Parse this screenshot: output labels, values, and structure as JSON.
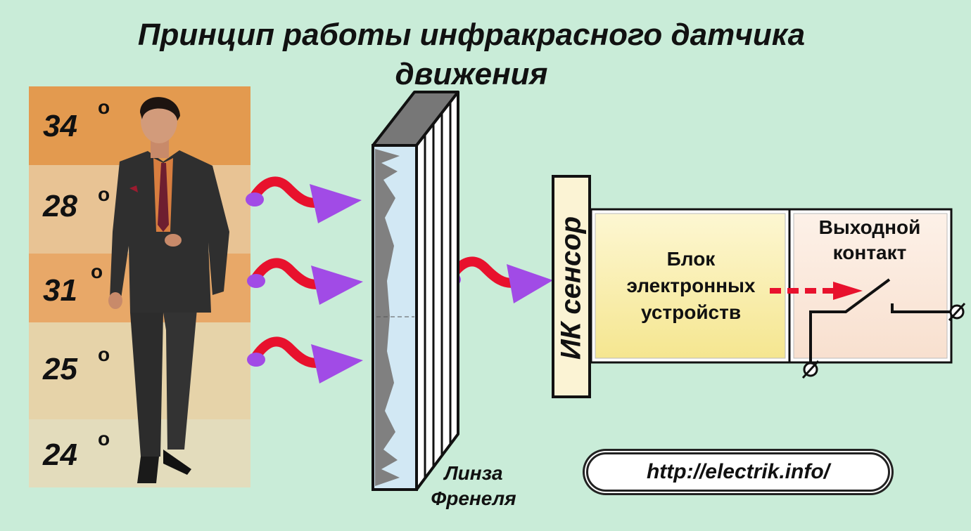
{
  "title": {
    "line1": "Принцип работы инфракрасного датчика",
    "line2": "движения"
  },
  "temperatures": [
    {
      "value": "34",
      "unit": "o",
      "color": "#e39a4f"
    },
    {
      "value": "28",
      "unit": "o",
      "color": "#e8c394"
    },
    {
      "value": "31",
      "unit": "o",
      "color": "#e8a868"
    },
    {
      "value": "25",
      "unit": "o",
      "color": "#e6d3a9"
    },
    {
      "value": "24",
      "unit": "o",
      "color": "#e3dcbc"
    }
  ],
  "lens": {
    "line1": "Линза",
    "line2": "Френеля"
  },
  "sensor": {
    "label": "ИК сенсор"
  },
  "electronics": {
    "line1": "Блок",
    "line2": "электронных",
    "line3": "устройств"
  },
  "output": {
    "line1": "Выходной",
    "line2": "контакт"
  },
  "url": "http://electrik.info/",
  "colors": {
    "background": "#c9ecd8",
    "wave_red": "#e8112d",
    "wave_purple": "#a14be6",
    "arrow_red": "#e8112d"
  }
}
